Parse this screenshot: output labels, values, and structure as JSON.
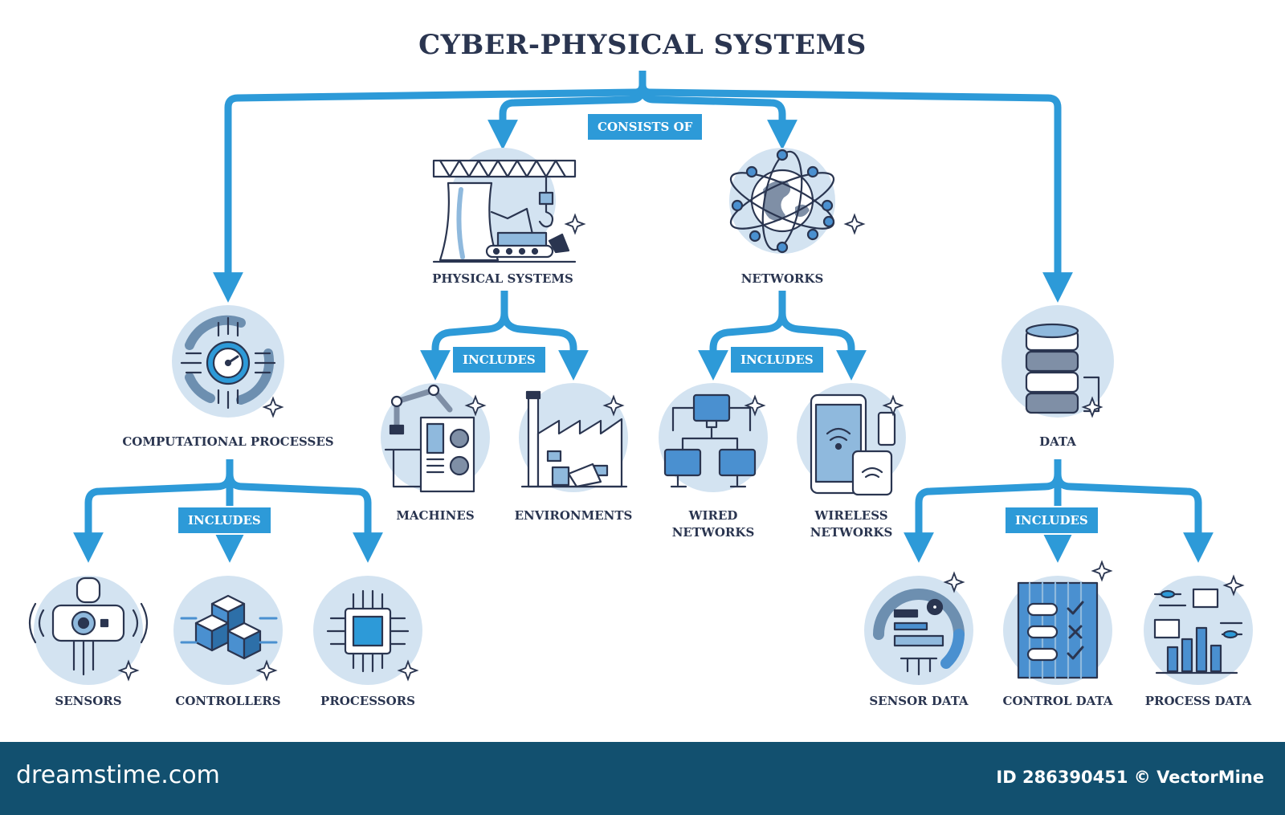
{
  "title": "CYBER-PHYSICAL SYSTEMS",
  "tags": {
    "consists_of": "CONSISTS OF",
    "includes": "INCLUDES"
  },
  "nodes": {
    "physical_systems": "PHYSICAL SYSTEMS",
    "networks": "NETWORKS",
    "computational_processes": "COMPUTATIONAL PROCESSES",
    "data": "DATA",
    "machines": "MACHINES",
    "environments": "ENVIRONMENTS",
    "wired_networks": "WIRED NETWORKS",
    "wireless_networks": "WIRELESS NETWORKS",
    "sensors": "SENSORS",
    "controllers": "CONTROLLERS",
    "processors": "PROCESSORS",
    "sensor_data": "SENSOR DATA",
    "control_data": "CONTROL DATA",
    "process_data": "PROCESS DATA"
  },
  "footer": {
    "brand": "dreamstime.com",
    "id": "ID 286390451 © VectorMine"
  },
  "colors": {
    "arrow": "#2d9ad8",
    "circle": "#d3e3f1",
    "title": "#2a3550",
    "footer": "#12506f"
  }
}
